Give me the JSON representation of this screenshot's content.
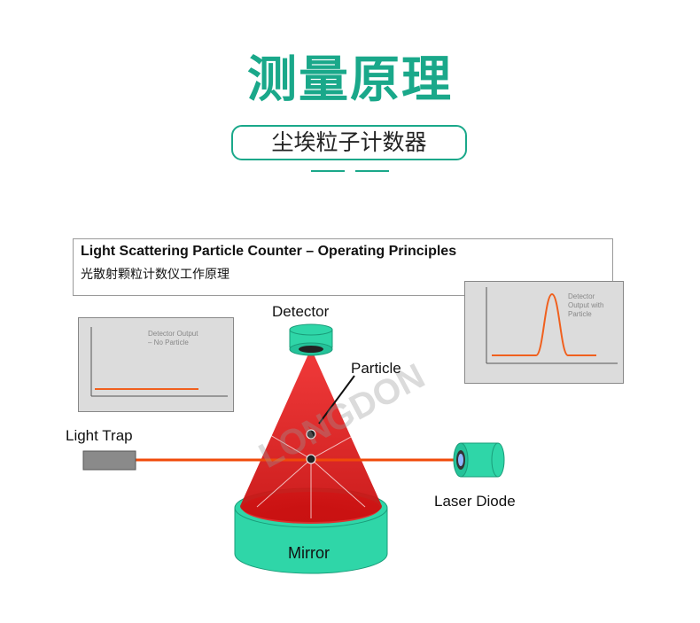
{
  "page": {
    "title": "测量原理",
    "subtitle": "尘埃粒子计数器"
  },
  "figure": {
    "heading_en": "Light Scattering Particle Counter – Operating Principles",
    "heading_cn": "光散射颗粒计数仪工作原理",
    "graph_no_particle": "Detector Output\n– No Particle",
    "graph_with_particle": "Detector\nOutput with\nParticle",
    "labels": {
      "detector": "Detector",
      "particle": "Particle",
      "light_trap": "Light Trap",
      "laser_diode": "Laser Diode",
      "mirror": "Mirror"
    },
    "watermark": "LONGDON",
    "colors": {
      "accent": "#1aa88a",
      "teal": "#2fd6a8",
      "cone_red": "#e01a1a",
      "laser": "#f04a0a"
    }
  }
}
